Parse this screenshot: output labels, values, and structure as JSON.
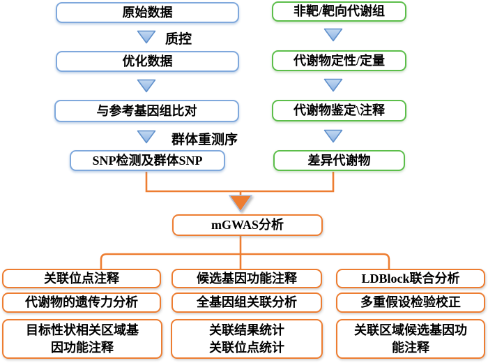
{
  "colors": {
    "blue_border": "#7FA8DC",
    "blue_arrow_fill_top": "#C3D8F1",
    "blue_arrow_fill_bottom": "#8AB1E2",
    "blue_arrow_stroke": "#5E8FCB",
    "green_border": "#5CBE4A",
    "orange": "#ED7D31",
    "triangle_outline": "#AEC0DC",
    "text": "#000000"
  },
  "left_column": {
    "boxes": [
      {
        "label": "原始数据"
      },
      {
        "label": "优化数据"
      },
      {
        "label": "与参考基因组比对"
      },
      {
        "label": "SNP检测及群体SNP"
      }
    ],
    "arrow_labels": [
      {
        "label": "质控"
      },
      {
        "label": "群体重测序"
      }
    ]
  },
  "right_column": {
    "boxes": [
      {
        "label": "非靶/靶向代谢组"
      },
      {
        "label": "代谢物定性/定量"
      },
      {
        "label": "代谢物鉴定\\注释"
      },
      {
        "label": "差异代谢物"
      }
    ]
  },
  "center": {
    "mgwas_label": "mGWAS分析"
  },
  "bottom": {
    "left": [
      {
        "label": "关联位点注释"
      },
      {
        "label": "代谢物的遗传力分析"
      },
      {
        "label": "目标性状相关区域基\n因功能注释"
      }
    ],
    "middle": [
      {
        "label": "候选基因功能注释"
      },
      {
        "label": "全基因组关联分析"
      },
      {
        "label": "关联结果统计\n关联位点统计"
      }
    ],
    "right": [
      {
        "label": "LDBlock联合分析"
      },
      {
        "label": "多重假设检验校正"
      },
      {
        "label": "关联区域候选基因功\n能注释"
      }
    ]
  }
}
